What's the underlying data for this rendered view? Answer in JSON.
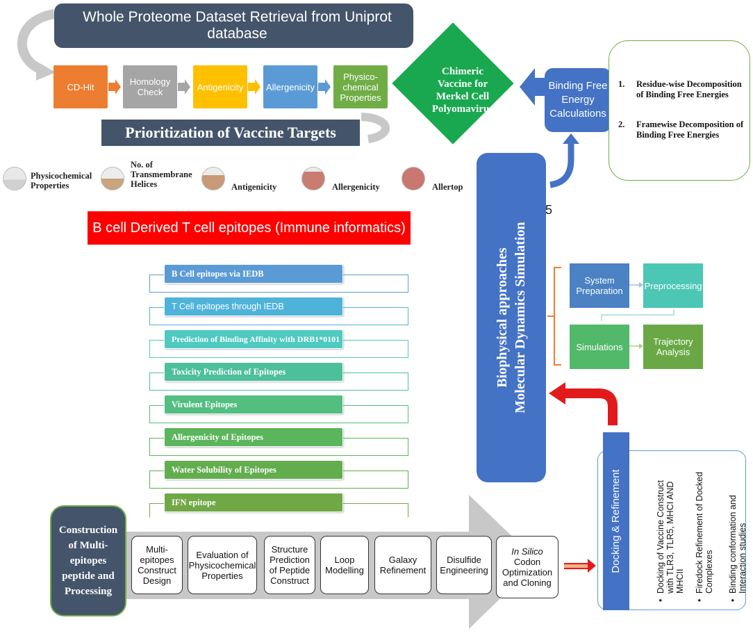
{
  "header": {
    "title": "Whole Proteome Dataset Retrieval from Uniprot database"
  },
  "pipeline": {
    "steps": [
      {
        "label": "CD-Hit",
        "color": "#ed7d31"
      },
      {
        "label": "Homology Check",
        "color": "#a5a5a5"
      },
      {
        "label": "Antigenicity",
        "color": "#ffc000"
      },
      {
        "label": "Allergenicity",
        "color": "#5b9bd5"
      },
      {
        "label": "Physico-chemical Properties",
        "color": "#70ad47"
      }
    ]
  },
  "prioritization": {
    "title": "Prioritization of Vaccine Targets"
  },
  "legend": {
    "items": [
      {
        "label": "Physicochemical Properties",
        "fill": "#d8d8d8"
      },
      {
        "label": "No. of Transmembrane Helices",
        "fill": "#c9a47c"
      },
      {
        "label": "Antigenicity",
        "fill": "#c99a78"
      },
      {
        "label": "Allergenicity",
        "fill": "#c87d70"
      },
      {
        "label": "Allertop",
        "fill": "#c9776f"
      }
    ]
  },
  "chimeric": {
    "label": "Chimeric Vaccine for Merkel Cell Polyomavirus"
  },
  "binding": {
    "label": "Binding Free Energy Calculations"
  },
  "decomposition": {
    "items": [
      "Residue-wise Decomposition of Binding Free Energies",
      "Framewise Decomposition of Binding Free Energies"
    ]
  },
  "stray_char": "5",
  "epitope_banner": {
    "title": "B cell Derived T cell epitopes (Immune informatics)"
  },
  "epitope_steps": [
    {
      "label": "B Cell epitopes via IEDB",
      "color": "#5b9bd5"
    },
    {
      "label": "T Cell epitopes through IEDB",
      "color": "#4fb3d9"
    },
    {
      "label": "Prediction of Binding Affinity with DRB1*0101",
      "color": "#4ecac0"
    },
    {
      "label": "Toxicity Prediction of Epitopes",
      "color": "#4dbf9b"
    },
    {
      "label": "Virulent Epitopes",
      "color": "#52be80"
    },
    {
      "label": "Allergenicity of Epitopes",
      "color": "#5bb55c"
    },
    {
      "label": "Water Solubility of Epitopes",
      "color": "#62ad4d"
    },
    {
      "label": "IFN epitope",
      "color": "#70a845"
    }
  ],
  "biophysical": {
    "line1": "Biophysical approaches",
    "line2": "Molecular Dynamics Simulation"
  },
  "md_steps": {
    "system_prep": "System Preparation",
    "preprocessing": "Preprocessing",
    "simulations": "Simulations",
    "trajectory": "Trajectory Analysis"
  },
  "construction": {
    "label": "Construction of Multi-epitopes peptide and Processing"
  },
  "construct_steps": [
    "Multi-epitopes Construct Design",
    "Evaluation of Physicochemical Properties",
    "Structure Prediction of Peptide Construct",
    "Loop Modelling",
    "Galaxy Refinement",
    "Disulfide Engineering"
  ],
  "codon": {
    "italic": "In Silico",
    "rest": " Codon Optimization and Cloning"
  },
  "docking": {
    "title": "Docking & Refinement",
    "bullets": [
      "Docking of Vaccine Construct with TLR3, TLR5, MHCI AND MHCII",
      "Firedock Refinement of Docked Complexes",
      "Binding conformation and Interaction studies"
    ]
  }
}
